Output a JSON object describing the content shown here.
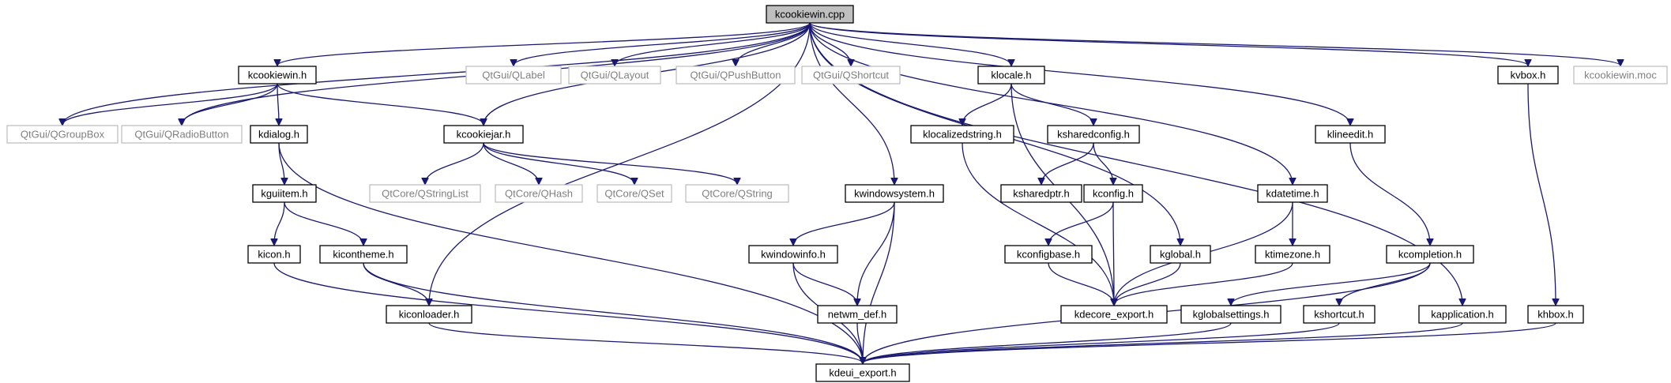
{
  "diagram": {
    "title": "",
    "colors": {
      "edge": "#191970",
      "root_fill": "#bfbfbf",
      "external_border": "#bfbfbf",
      "external_text": "#7f7f7f"
    },
    "nodes": [
      {
        "id": "root",
        "label": "kcookiewin.cpp",
        "kind": "root"
      },
      {
        "id": "kcookiewin_h",
        "label": "kcookiewin.h",
        "kind": "defined"
      },
      {
        "id": "qlabel",
        "label": "QtGui/QLabel",
        "kind": "external"
      },
      {
        "id": "qlayout",
        "label": "QtGui/QLayout",
        "kind": "external"
      },
      {
        "id": "qpushbutton",
        "label": "QtGui/QPushButton",
        "kind": "external"
      },
      {
        "id": "qshortcut",
        "label": "QtGui/QShortcut",
        "kind": "external"
      },
      {
        "id": "klocale_h",
        "label": "klocale.h",
        "kind": "defined"
      },
      {
        "id": "kvbox_h",
        "label": "kvbox.h",
        "kind": "defined"
      },
      {
        "id": "kcookiewin_moc",
        "label": "kcookiewin.moc",
        "kind": "external"
      },
      {
        "id": "qgroupbox",
        "label": "QtGui/QGroupBox",
        "kind": "external"
      },
      {
        "id": "qradiobutton",
        "label": "QtGui/QRadioButton",
        "kind": "external"
      },
      {
        "id": "kdialog_h",
        "label": "kdialog.h",
        "kind": "defined"
      },
      {
        "id": "kcookiejar_h",
        "label": "kcookiejar.h",
        "kind": "defined"
      },
      {
        "id": "klocalizedstring_h",
        "label": "klocalizedstring.h",
        "kind": "defined"
      },
      {
        "id": "ksharedconfig_h",
        "label": "ksharedconfig.h",
        "kind": "defined"
      },
      {
        "id": "klineedit_h",
        "label": "klineedit.h",
        "kind": "defined"
      },
      {
        "id": "kguiitem_h",
        "label": "kguiitem.h",
        "kind": "defined"
      },
      {
        "id": "qstringlist",
        "label": "QtCore/QStringList",
        "kind": "external"
      },
      {
        "id": "qhash",
        "label": "QtCore/QHash",
        "kind": "external"
      },
      {
        "id": "qset",
        "label": "QtCore/QSet",
        "kind": "external"
      },
      {
        "id": "qstring",
        "label": "QtCore/QString",
        "kind": "external"
      },
      {
        "id": "kwindowsystem_h",
        "label": "kwindowsystem.h",
        "kind": "defined"
      },
      {
        "id": "ksharedptr_h",
        "label": "ksharedptr.h",
        "kind": "defined"
      },
      {
        "id": "kconfig_h",
        "label": "kconfig.h",
        "kind": "defined"
      },
      {
        "id": "kdatetime_h",
        "label": "kdatetime.h",
        "kind": "defined"
      },
      {
        "id": "kicon_h",
        "label": "kicon.h",
        "kind": "defined"
      },
      {
        "id": "kicontheme_h",
        "label": "kicontheme.h",
        "kind": "defined"
      },
      {
        "id": "kwindowinfo_h",
        "label": "kwindowinfo.h",
        "kind": "defined"
      },
      {
        "id": "kconfigbase_h",
        "label": "kconfigbase.h",
        "kind": "defined"
      },
      {
        "id": "kglobal_h",
        "label": "kglobal.h",
        "kind": "defined"
      },
      {
        "id": "ktimezone_h",
        "label": "ktimezone.h",
        "kind": "defined"
      },
      {
        "id": "kcompletion_h",
        "label": "kcompletion.h",
        "kind": "defined"
      },
      {
        "id": "kiconloader_h",
        "label": "kiconloader.h",
        "kind": "defined"
      },
      {
        "id": "netwm_def_h",
        "label": "netwm_def.h",
        "kind": "defined"
      },
      {
        "id": "kdecore_export_h",
        "label": "kdecore_export.h",
        "kind": "defined"
      },
      {
        "id": "kglobalsettings_h",
        "label": "kglobalsettings.h",
        "kind": "defined"
      },
      {
        "id": "kshortcut_h",
        "label": "kshortcut.h",
        "kind": "defined"
      },
      {
        "id": "kapplication_h",
        "label": "kapplication.h",
        "kind": "defined"
      },
      {
        "id": "khbox_h",
        "label": "khbox.h",
        "kind": "defined"
      },
      {
        "id": "kdeui_export_h",
        "label": "kdeui_export.h",
        "kind": "defined"
      }
    ],
    "edges": [
      [
        "root",
        "kcookiewin_h"
      ],
      [
        "root",
        "qlabel"
      ],
      [
        "root",
        "qlayout"
      ],
      [
        "root",
        "qpushbutton"
      ],
      [
        "root",
        "qshortcut"
      ],
      [
        "root",
        "klocale_h"
      ],
      [
        "root",
        "kvbox_h"
      ],
      [
        "root",
        "kcookiewin_moc"
      ],
      [
        "root",
        "qgroupbox"
      ],
      [
        "root",
        "qradiobutton"
      ],
      [
        "root",
        "kcookiejar_h"
      ],
      [
        "root",
        "kiconloader_h"
      ],
      [
        "root",
        "kwindowsystem_h"
      ],
      [
        "root",
        "kglobal_h"
      ],
      [
        "root",
        "kdatetime_h"
      ],
      [
        "root",
        "klineedit_h"
      ],
      [
        "root",
        "kapplication_h"
      ],
      [
        "kcookiewin_h",
        "qgroupbox"
      ],
      [
        "kcookiewin_h",
        "qradiobutton"
      ],
      [
        "kcookiewin_h",
        "kdialog_h"
      ],
      [
        "kcookiewin_h",
        "kcookiejar_h"
      ],
      [
        "kdialog_h",
        "kguiitem_h"
      ],
      [
        "kdialog_h",
        "kdeui_export_h"
      ],
      [
        "kguiitem_h",
        "kicon_h"
      ],
      [
        "kguiitem_h",
        "kicontheme_h"
      ],
      [
        "kicon_h",
        "kdeui_export_h"
      ],
      [
        "kicontheme_h",
        "kiconloader_h"
      ],
      [
        "kicontheme_h",
        "kdeui_export_h"
      ],
      [
        "kiconloader_h",
        "kdeui_export_h"
      ],
      [
        "kcookiejar_h",
        "qstringlist"
      ],
      [
        "kcookiejar_h",
        "qhash"
      ],
      [
        "kcookiejar_h",
        "qset"
      ],
      [
        "kcookiejar_h",
        "qstring"
      ],
      [
        "kwindowsystem_h",
        "kwindowinfo_h"
      ],
      [
        "kwindowsystem_h",
        "netwm_def_h"
      ],
      [
        "kwindowsystem_h",
        "kdeui_export_h"
      ],
      [
        "kwindowinfo_h",
        "netwm_def_h"
      ],
      [
        "kwindowinfo_h",
        "kdeui_export_h"
      ],
      [
        "netwm_def_h",
        "kdeui_export_h"
      ],
      [
        "klocale_h",
        "klocalizedstring_h"
      ],
      [
        "klocale_h",
        "ksharedconfig_h"
      ],
      [
        "klocale_h",
        "kdecore_export_h"
      ],
      [
        "klocalizedstring_h",
        "kdecore_export_h"
      ],
      [
        "ksharedconfig_h",
        "ksharedptr_h"
      ],
      [
        "ksharedconfig_h",
        "kconfig_h"
      ],
      [
        "kconfig_h",
        "kconfigbase_h"
      ],
      [
        "kconfig_h",
        "kdecore_export_h"
      ],
      [
        "kconfigbase_h",
        "kdecore_export_h"
      ],
      [
        "kglobal_h",
        "kdecore_export_h"
      ],
      [
        "kdatetime_h",
        "ktimezone_h"
      ],
      [
        "kdatetime_h",
        "kdecore_export_h"
      ],
      [
        "ktimezone_h",
        "kdecore_export_h"
      ],
      [
        "klineedit_h",
        "kcompletion_h"
      ],
      [
        "kcompletion_h",
        "kglobalsettings_h"
      ],
      [
        "kcompletion_h",
        "kshortcut_h"
      ],
      [
        "kcompletion_h",
        "kdeui_export_h"
      ],
      [
        "kglobalsettings_h",
        "kdeui_export_h"
      ],
      [
        "kshortcut_h",
        "kdeui_export_h"
      ],
      [
        "kapplication_h",
        "kdeui_export_h"
      ],
      [
        "kvbox_h",
        "khbox_h"
      ],
      [
        "khbox_h",
        "kdeui_export_h"
      ]
    ]
  }
}
